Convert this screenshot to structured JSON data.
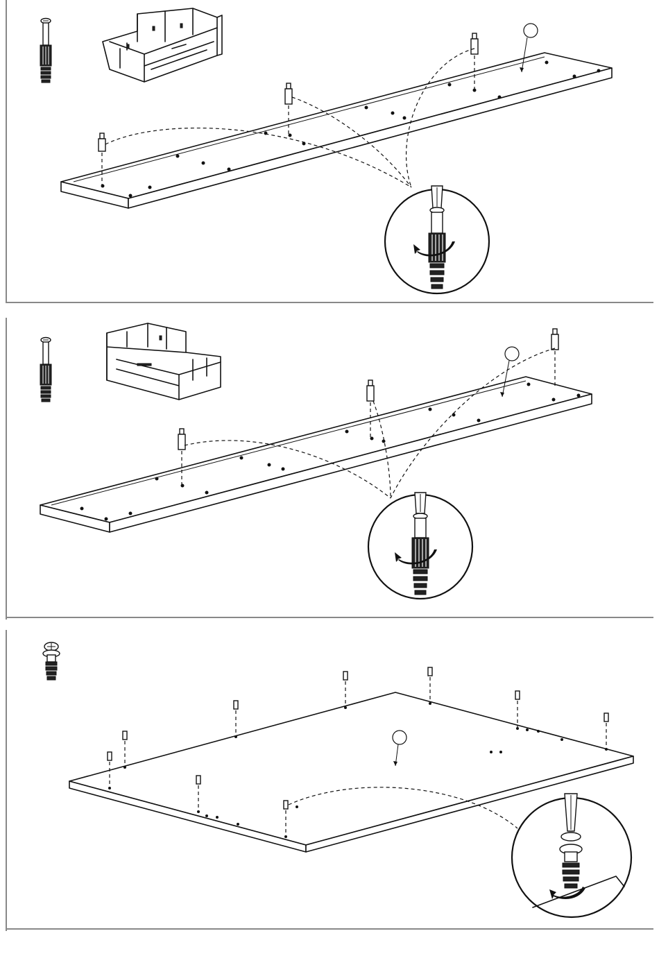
{
  "document": {
    "type": "assembly-instructions",
    "steps": [
      {
        "id": "step-1",
        "hardware_icon": "cam-dowel-bolt-icon",
        "thumbnail_icon": "corner-bed-thumbnail-icon",
        "part": "long-board-panel",
        "bolts_count": 3,
        "action_icon": "screwdriver-rotate-icon"
      },
      {
        "id": "step-2",
        "hardware_icon": "cam-dowel-bolt-icon",
        "thumbnail_icon": "corner-bed-thumbnail-icon",
        "part": "long-board-panel",
        "bolts_count": 3,
        "action_icon": "screwdriver-rotate-icon"
      },
      {
        "id": "step-3",
        "hardware_icon": "cam-bolt-icon",
        "part": "large-flat-panel",
        "bolts_count": 9,
        "action_icon": "screwdriver-rotate-icon"
      }
    ],
    "colors": {
      "ink": "#111111",
      "frame": "#888888",
      "paper": "#ffffff"
    }
  }
}
